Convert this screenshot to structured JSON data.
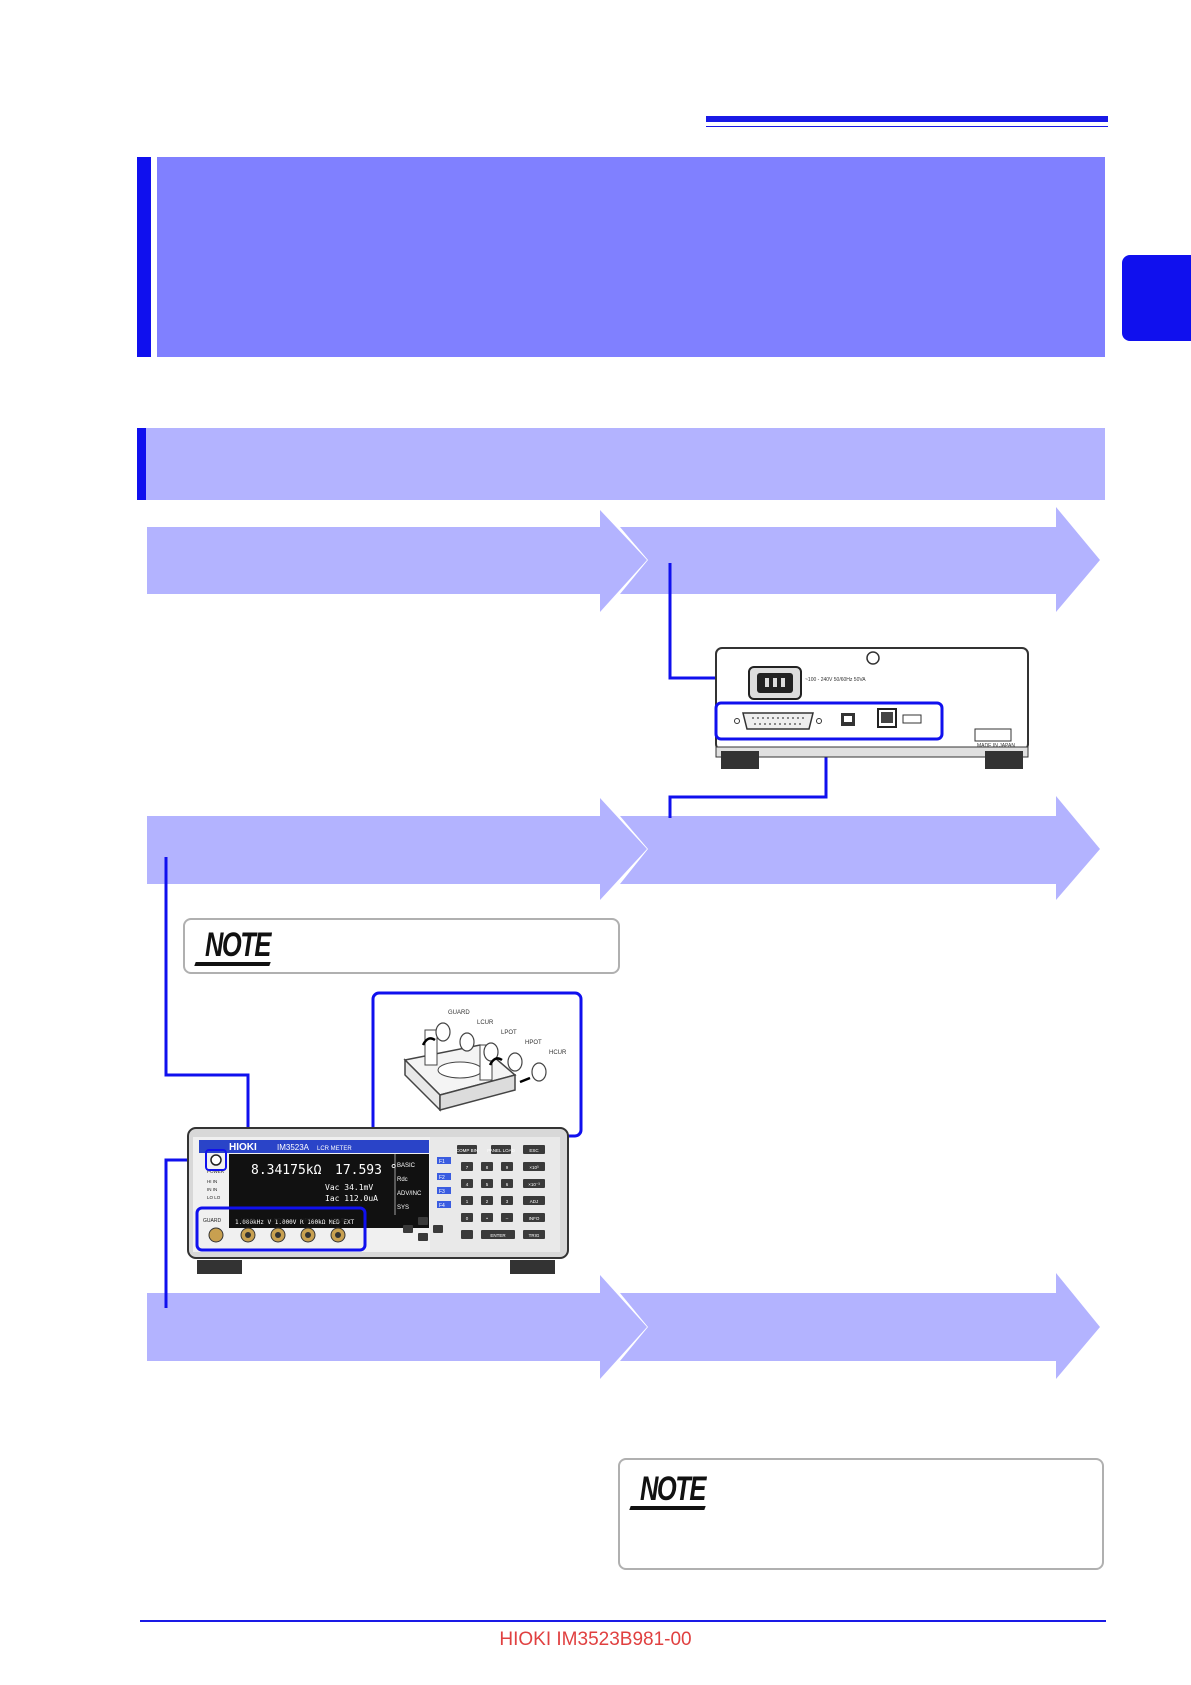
{
  "footer": {
    "document_id": "HIOKI IM3523B981-00"
  },
  "instrument": {
    "brand": "HIOKI",
    "model": "IM3523A",
    "type_label": "LCR METER",
    "main_reading": "8.34175kΩ",
    "secondary_reading": "17.593 °",
    "monitor_voltage": "Vac  34.1mV",
    "monitor_current": "Iac  112.0uA",
    "status_row": "1.000kHz  V  1.000V  R  100kΩ  MED  EXT",
    "menu_items": [
      "BASIC",
      "Rdc",
      "ADV/INC",
      "SYS"
    ],
    "fkeys": [
      "F1",
      "F2",
      "F3",
      "F4"
    ],
    "left_status": [
      "HI  IN",
      "IN  IN",
      "LO  LO"
    ],
    "power_label": "POWER",
    "terminals": [
      "GUARD",
      "LCUR",
      "LPOT",
      "HPOT",
      "HCUR"
    ],
    "keys": {
      "row1": [
        "COMP BIN",
        "PANEL LOAD",
        "ESC"
      ],
      "row2": [
        "7",
        "8",
        "9",
        "×10³"
      ],
      "row3": [
        "4",
        "5",
        "6",
        "×10⁻³"
      ],
      "row4": [
        "1",
        "2",
        "3",
        "ADJ"
      ],
      "row5": [
        "0",
        "•",
        "–",
        "INFO"
      ],
      "row6": [
        "ENTER",
        "TRIG"
      ]
    }
  },
  "rear_panel": {
    "power_rating": "~100 - 240V 50/60Hz  50VA",
    "made_in": "MADE IN JAPAN"
  },
  "fixture": {
    "labels": [
      "GUARD",
      "LCUR",
      "LPOT",
      "HPOT",
      "HCUR"
    ]
  },
  "colors": {
    "title_band": "#8080ff",
    "flow_band": "#b3b3ff",
    "accent": "#1010ee",
    "footer_text": "#e04040"
  }
}
